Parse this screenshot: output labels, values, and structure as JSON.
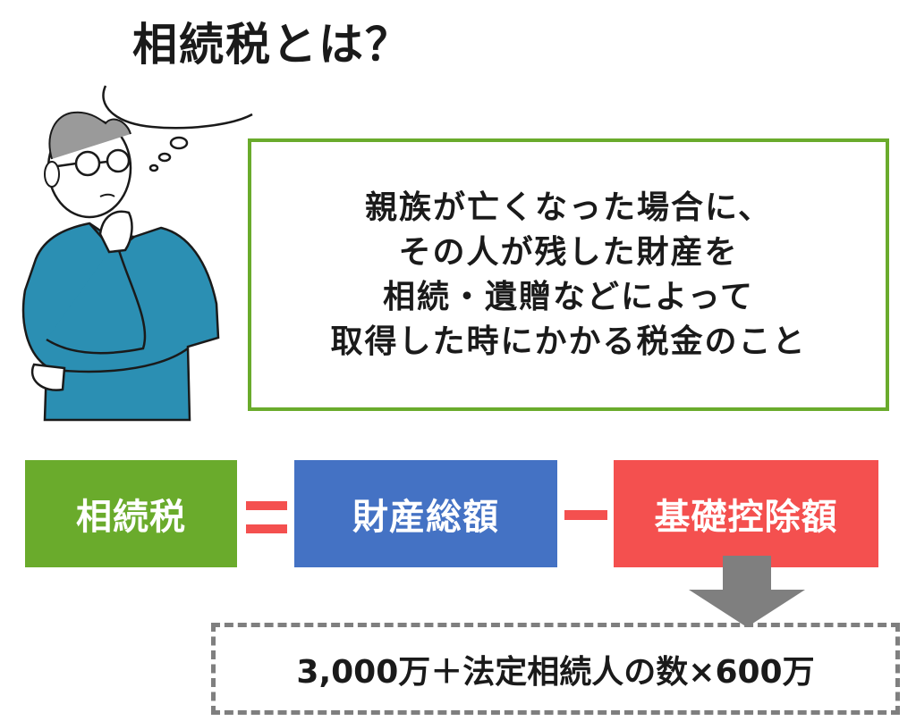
{
  "title": "相続税とは？",
  "definition": {
    "lines": [
      "親族が亡くなった場合に、",
      "その人が残した財産を",
      "相続・遺贈などによって",
      "取得した時にかかる税金のこと"
    ]
  },
  "equation": {
    "tax_label": "相続税",
    "total_label": "財産総額",
    "deduction_label": "基礎控除額",
    "equals_symbol": "equals-icon",
    "minus_symbol": "minus-icon"
  },
  "formula": {
    "text": "3,000万＋法定相続人の数×600万"
  },
  "illustration": {
    "subject": "thinking-man-icon",
    "shirt_color": "#2b8fb3"
  },
  "colors": {
    "green": "#6aab2c",
    "blue": "#4472c4",
    "red": "#f4504f",
    "gray": "#7f7f7f"
  }
}
